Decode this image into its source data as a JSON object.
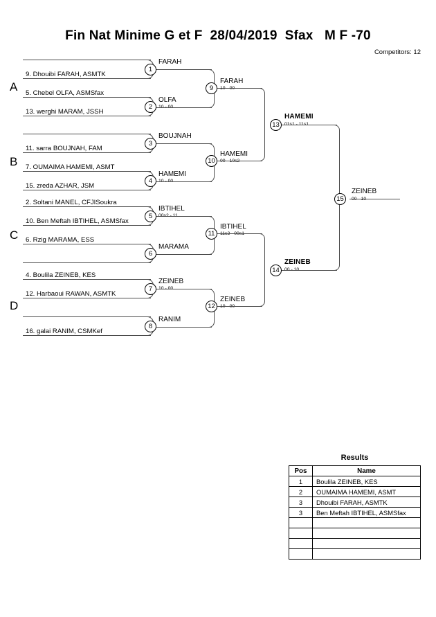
{
  "header": {
    "title": "Fin Nat Minime G et F  28/04/2019  Sfax   M F -70",
    "competitors_label": "Competitors: 12"
  },
  "groups": [
    {
      "letter": "A"
    },
    {
      "letter": "B"
    },
    {
      "letter": "C"
    },
    {
      "letter": "D"
    }
  ],
  "entrants": {
    "a_slot1": "",
    "a_slot2": "9. Dhouibi FARAH, ASMTK",
    "a_slot3": "5. Chebel OLFA, ASMSfax",
    "a_slot4": "13. werghi MARAM, JSSH",
    "b_slot1": "",
    "b_slot2": "11. sarra BOUJNAH, FAM",
    "b_slot3": "7. OUMAIMA HAMEMI, ASMT",
    "b_slot4": "15. zreda AZHAR, JSM",
    "c_slot1": "2. Soltani MANEL, CFJISoukra",
    "c_slot2": "10. Ben Meftah IBTIHEL, ASMSfax",
    "c_slot3": "6. Rzig MARAMA, ESS",
    "c_slot4": "",
    "d_slot1": "4. Boulila ZEINEB, KES",
    "d_slot2": "12. Harbaoui RAWAN, ASMTK",
    "d_slot3": "",
    "d_slot4": "16. galai RANIM, CSMKef"
  },
  "matches": [
    {
      "num": "1",
      "winner": "FARAH",
      "score": "",
      "bold": false
    },
    {
      "num": "2",
      "winner": "OLFA",
      "score": "10 - 00",
      "bold": false
    },
    {
      "num": "3",
      "winner": "BOUJNAH",
      "score": "",
      "bold": false
    },
    {
      "num": "4",
      "winner": "HAMEMI",
      "score": "10 - 00",
      "bold": false
    },
    {
      "num": "5",
      "winner": "IBTIHEL",
      "score": "00s2 - 11",
      "bold": false
    },
    {
      "num": "6",
      "winner": "MARAMA",
      "score": "",
      "bold": false
    },
    {
      "num": "7",
      "winner": "ZEINEB",
      "score": "10 - 00",
      "bold": false
    },
    {
      "num": "8",
      "winner": "RANIM",
      "score": "",
      "bold": false
    },
    {
      "num": "9",
      "winner": "FARAH",
      "score": "10 - 00",
      "bold": false
    },
    {
      "num": "10",
      "winner": "HAMEMI",
      "score": "00 - 10s2",
      "bold": false
    },
    {
      "num": "11",
      "winner": "IBTIHEL",
      "score": "11s2 - 00s1",
      "bold": false
    },
    {
      "num": "12",
      "winner": "ZEINEB",
      "score": "10 - 00",
      "bold": false
    },
    {
      "num": "13",
      "winner": "HAMEMI",
      "score": "01s1 - 11s1",
      "bold": true
    },
    {
      "num": "14",
      "winner": "ZEINEB",
      "score": "00 - 10",
      "bold": true
    },
    {
      "num": "15",
      "winner": "ZEINEB",
      "score": "00 - 10",
      "bold": false
    }
  ],
  "results": {
    "title": "Results",
    "columns": [
      "Pos",
      "Name"
    ],
    "rows": [
      {
        "pos": "1",
        "name": "Boulila ZEINEB, KES"
      },
      {
        "pos": "2",
        "name": "OUMAIMA HAMEMI, ASMT"
      },
      {
        "pos": "3",
        "name": "Dhouibi FARAH, ASMTK"
      },
      {
        "pos": "3",
        "name": "Ben Meftah IBTIHEL, ASMSfax"
      },
      {
        "pos": "",
        "name": ""
      },
      {
        "pos": "",
        "name": ""
      },
      {
        "pos": "",
        "name": ""
      },
      {
        "pos": "",
        "name": ""
      }
    ]
  },
  "colors": {
    "line": "#4a4a4a",
    "text": "#000000",
    "background": "#ffffff"
  }
}
